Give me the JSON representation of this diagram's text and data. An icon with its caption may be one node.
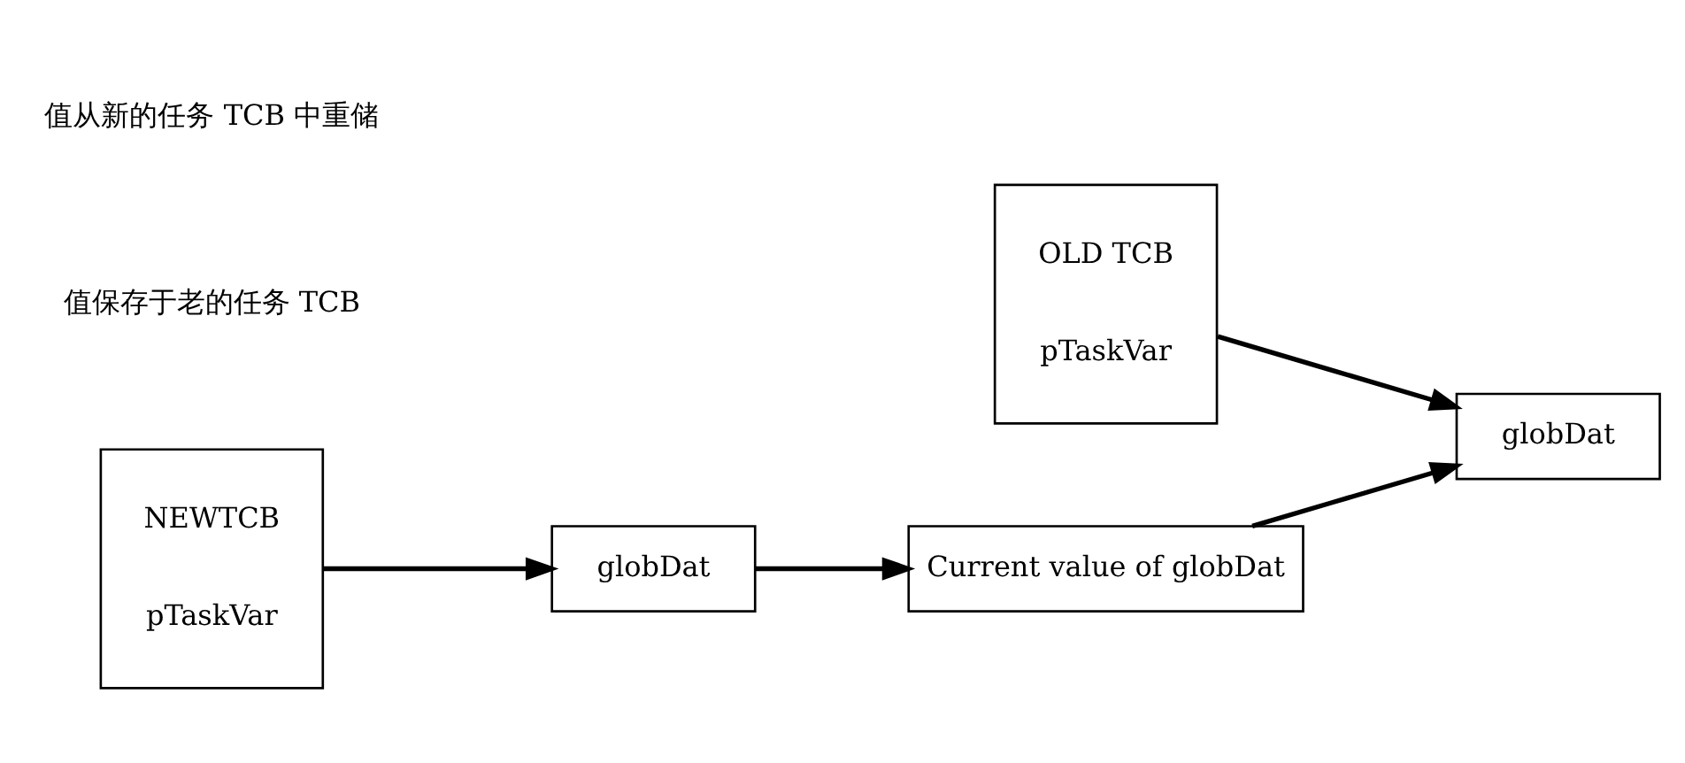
{
  "diagram": {
    "nodes": [
      {
        "text": [
          "OLD TCB",
          "pTaskVar"
        ]
      },
      {
        "text": [
          "globDat"
        ]
      },
      {
        "text": [
          "NEWTCB",
          "pTaskVar"
        ]
      },
      {
        "text": [
          "globDat"
        ]
      },
      {
        "text": [
          "Current value of globDat"
        ]
      }
    ],
    "edges": [
      {
        "from": 0,
        "to": 1,
        "arrow": "to"
      },
      {
        "from": 2,
        "to": 3,
        "arrow": "to"
      },
      {
        "from": 3,
        "to": 4,
        "arrow": "to"
      },
      {
        "from": 4,
        "to": 1,
        "arrow": "to"
      }
    ],
    "labels": [
      "值保存于老的任务 TCB",
      "值从新的任务 TCB 中重储"
    ]
  }
}
